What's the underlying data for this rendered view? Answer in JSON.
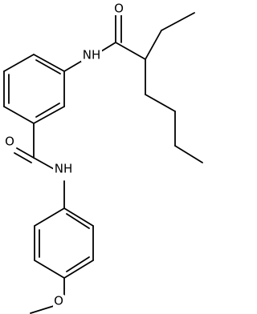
{
  "molecule": {
    "atoms": {
      "amide_o_top": "O",
      "amide_nh_top": "NH",
      "amide_o_mid": "O",
      "amide_nh_mid": "NH",
      "ether_o": "O"
    },
    "colors": {
      "bond": "#000000",
      "label": "#000000",
      "background": "#ffffff"
    }
  }
}
